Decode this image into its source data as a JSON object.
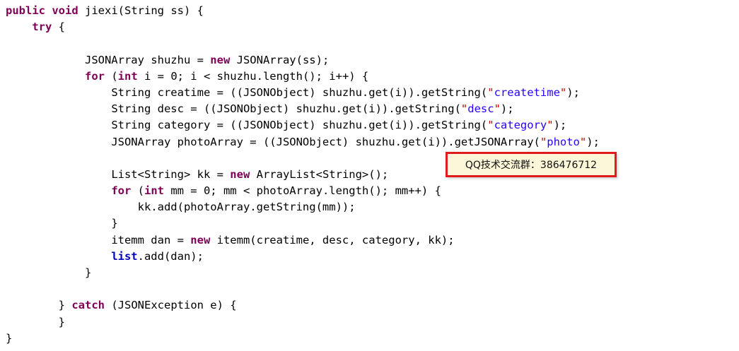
{
  "editor": {
    "language": "java",
    "background_color": "#ffffff",
    "default_text_color": "#000000",
    "keyword_color": "#7f0055",
    "string_color": "#2a00ff",
    "quote_color": "#d40000",
    "field_color": "#0000c0"
  },
  "code": {
    "lines": [
      {
        "id": 1,
        "indent": 0,
        "segments": [
          {
            "t": "kw",
            "v": "public"
          },
          {
            "t": "plain",
            "v": " "
          },
          {
            "t": "kw",
            "v": "void"
          },
          {
            "t": "plain",
            "v": " jiexi(String ss) {"
          }
        ]
      },
      {
        "id": 2,
        "indent": 1,
        "segments": [
          {
            "t": "kw",
            "v": "try"
          },
          {
            "t": "plain",
            "v": " {"
          }
        ]
      },
      {
        "id": 3,
        "indent": 0,
        "segments": []
      },
      {
        "id": 4,
        "indent": 3,
        "segments": [
          {
            "t": "plain",
            "v": "JSONArray shuzhu = "
          },
          {
            "t": "kw",
            "v": "new"
          },
          {
            "t": "plain",
            "v": " JSONArray(ss);"
          }
        ]
      },
      {
        "id": 5,
        "indent": 3,
        "segments": [
          {
            "t": "kw",
            "v": "for"
          },
          {
            "t": "plain",
            "v": " ("
          },
          {
            "t": "kw",
            "v": "int"
          },
          {
            "t": "plain",
            "v": " i = 0; i < shuzhu.length(); i++) {"
          }
        ]
      },
      {
        "id": 6,
        "indent": 4,
        "segments": [
          {
            "t": "plain",
            "v": "String creatime = ((JSONObject) shuzhu.get(i)).getString("
          },
          {
            "t": "quo",
            "v": "\""
          },
          {
            "t": "str",
            "v": "createtime"
          },
          {
            "t": "quo",
            "v": "\""
          },
          {
            "t": "plain",
            "v": ");"
          }
        ]
      },
      {
        "id": 7,
        "indent": 4,
        "segments": [
          {
            "t": "plain",
            "v": "String desc = ((JSONObject) shuzhu.get(i)).getString("
          },
          {
            "t": "quo",
            "v": "\""
          },
          {
            "t": "str",
            "v": "desc"
          },
          {
            "t": "quo",
            "v": "\""
          },
          {
            "t": "plain",
            "v": ");"
          }
        ]
      },
      {
        "id": 8,
        "indent": 4,
        "segments": [
          {
            "t": "plain",
            "v": "String category = ((JSONObject) shuzhu.get(i)).getString("
          },
          {
            "t": "quo",
            "v": "\""
          },
          {
            "t": "str",
            "v": "category"
          },
          {
            "t": "quo",
            "v": "\""
          },
          {
            "t": "plain",
            "v": ");"
          }
        ]
      },
      {
        "id": 9,
        "indent": 4,
        "segments": [
          {
            "t": "plain",
            "v": "JSONArray photoArray = ((JSONObject) shuzhu.get(i)).getJSONArray("
          },
          {
            "t": "quo",
            "v": "\""
          },
          {
            "t": "str",
            "v": "photo"
          },
          {
            "t": "quo",
            "v": "\""
          },
          {
            "t": "plain",
            "v": ");"
          }
        ]
      },
      {
        "id": 10,
        "indent": 0,
        "segments": []
      },
      {
        "id": 11,
        "indent": 4,
        "segments": [
          {
            "t": "plain",
            "v": "List<String> kk = "
          },
          {
            "t": "kw",
            "v": "new"
          },
          {
            "t": "plain",
            "v": " ArrayList<String>();"
          }
        ]
      },
      {
        "id": 12,
        "indent": 4,
        "segments": [
          {
            "t": "kw",
            "v": "for"
          },
          {
            "t": "plain",
            "v": " ("
          },
          {
            "t": "kw",
            "v": "int"
          },
          {
            "t": "plain",
            "v": " mm = 0; mm < photoArray.length(); mm++) {"
          }
        ]
      },
      {
        "id": 13,
        "indent": 5,
        "segments": [
          {
            "t": "plain",
            "v": "kk.add(photoArray.getString(mm));"
          }
        ]
      },
      {
        "id": 14,
        "indent": 4,
        "segments": [
          {
            "t": "plain",
            "v": "}"
          }
        ]
      },
      {
        "id": 15,
        "indent": 4,
        "segments": [
          {
            "t": "plain",
            "v": "itemm dan = "
          },
          {
            "t": "kw",
            "v": "new"
          },
          {
            "t": "plain",
            "v": " itemm(creatime, desc, category, kk);"
          }
        ]
      },
      {
        "id": 16,
        "indent": 4,
        "segments": [
          {
            "t": "fld",
            "v": "list"
          },
          {
            "t": "plain",
            "v": ".add(dan);"
          }
        ]
      },
      {
        "id": 17,
        "indent": 3,
        "segments": [
          {
            "t": "plain",
            "v": "}"
          }
        ]
      },
      {
        "id": 18,
        "indent": 0,
        "segments": []
      },
      {
        "id": 19,
        "indent": 2,
        "segments": [
          {
            "t": "plain",
            "v": "} "
          },
          {
            "t": "kw",
            "v": "catch"
          },
          {
            "t": "plain",
            "v": " (JSONException e) {"
          }
        ]
      },
      {
        "id": 20,
        "indent": 2,
        "segments": [
          {
            "t": "plain",
            "v": "}"
          }
        ]
      },
      {
        "id": 21,
        "indent": 0,
        "segments": [
          {
            "t": "plain",
            "v": "}"
          }
        ]
      }
    ]
  },
  "watermark": {
    "text": "QQ技术交流群：386476712",
    "border_color": "#e01b1b",
    "background_color": "#fcf7d8"
  }
}
